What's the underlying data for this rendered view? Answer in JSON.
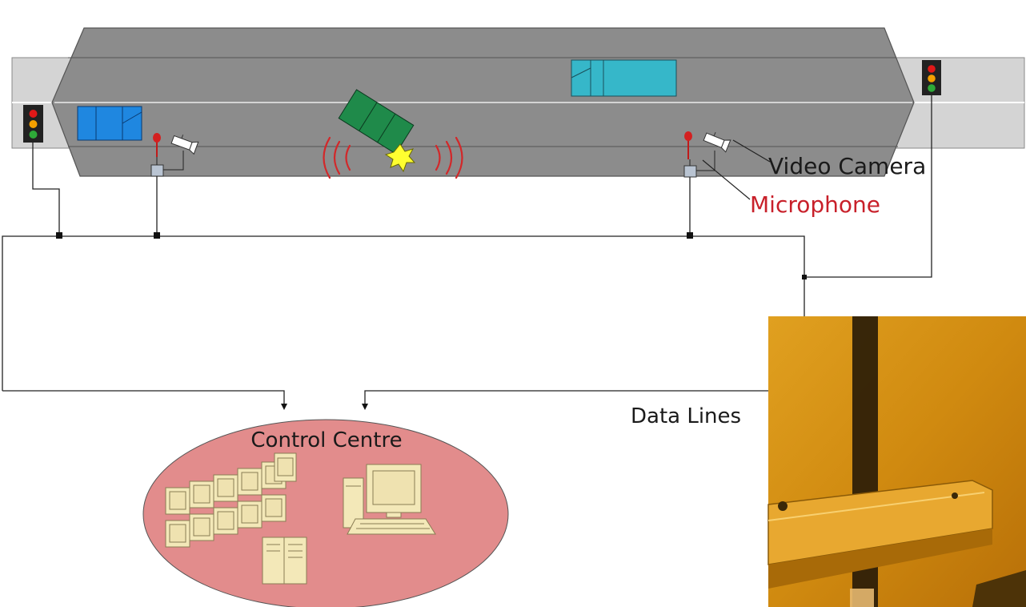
{
  "labels": {
    "video_camera": "Video Camera",
    "microphone": "Microphone",
    "data_lines": "Data Lines",
    "control_centre": "Control Centre"
  },
  "colors": {
    "road": "#d4d4d4",
    "tunnel": "#8c8c8c",
    "microphone_label": "#c8202a",
    "control_centre_fill": "#e28c8c",
    "blue_vehicle": "#1f87e0",
    "teal_vehicle": "#36b7c9",
    "green_vehicle": "#1f8a4a",
    "collision_flash": "#ffff30",
    "sound_waves": "#d2282a",
    "photo_tint": "#d9950d"
  },
  "icons": [
    "traffic-light-icon",
    "microphone-icon",
    "video-camera-icon",
    "video-wall-icon",
    "computer-icon",
    "server-icon",
    "collision-icon"
  ]
}
